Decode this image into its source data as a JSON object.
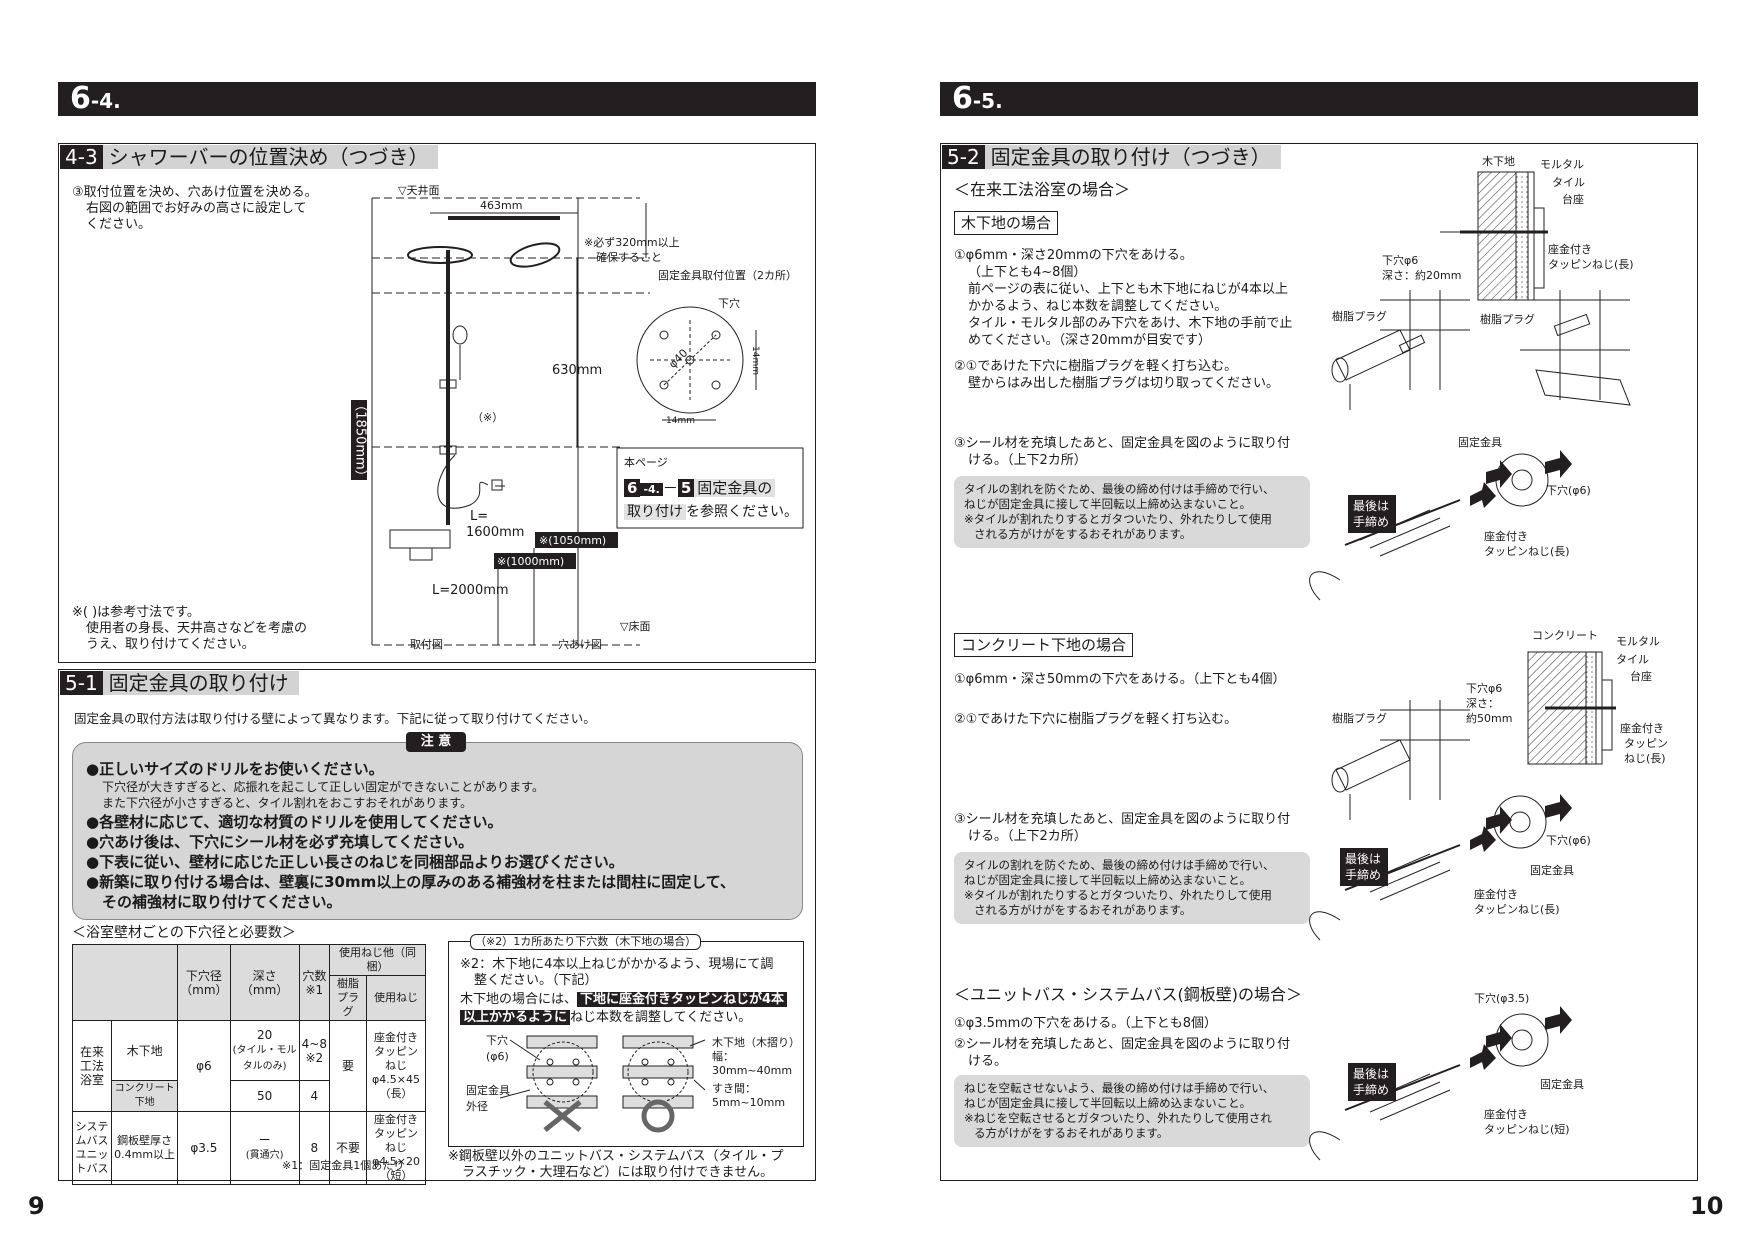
{
  "left": {
    "header": {
      "num": "6",
      "sub": "-4."
    },
    "sec43": {
      "num": "4-3",
      "title": "シャワーバーの位置決め（つづき）",
      "step3_l1": "③取付位置を決め、穴あけ位置を決める。",
      "step3_l2": "右図の範囲でお好みの高さに設定して",
      "step3_l3": "ください。",
      "ref_l1": "※(  )は参考寸法です。",
      "ref_l2": "使用者の身長、天井高さなどを考慮の",
      "ref_l3": "うえ、取り付けてください。",
      "ceiling": "▽天井面",
      "dim463": "463mm",
      "must320_l1": "※必ず320mm以上",
      "must320_l2": "確保すること",
      "fix_pos": "固定金具取付位置（2カ所）",
      "hole": "下穴",
      "phi40": "φ40",
      "dim14": "14mm",
      "dim630": "630mm",
      "dim1850": "（1850mm）",
      "ast": "（※）",
      "hose_l": "L=",
      "hose_len": "1600mm",
      "dim1050": "※(1050mm)",
      "dim1000": "※(1000mm)",
      "hose2000": "L=2000mm",
      "floor": "▽床面",
      "torituke_zu": "取付図",
      "anaake_zu": "穴あけ図",
      "ref_box_l1": "本ページ",
      "ref_box_num": "6",
      "ref_box_sub": "-4.",
      "ref_box_dash": "－",
      "ref_box_5": "5",
      "ref_box_t1": "固定金具の",
      "ref_box_t2": "取り付け",
      "ref_box_t3": "を参照ください。"
    },
    "sec51": {
      "num": "5-1",
      "title": "固定金具の取り付け",
      "intro": "固定金具の取付方法は取り付ける壁によって異なります。下記に従って取り付けてください。",
      "caution": "注 意",
      "c1": "●正しいサイズのドリルをお使いください。",
      "c1a": "下穴径が大きすぎると、応振れを起こして正しい固定ができないことがあります。",
      "c1b": "また下穴径が小さすぎると、タイル割れをおこすおそれがあります。",
      "c2": "●各壁材に応じて、適切な材質のドリルを使用してください。",
      "c3": "●穴あけ後は、下穴にシール材を必ず充填してください。",
      "c4": "●下表に従い、壁材に応じた正しい長さのねじを同梱部品よりお選びください。",
      "c5": "●新築に取り付ける場合は、壁裏に30mm以上の厚みのある補強材を柱または間柱に固定して、",
      "c5b": "その補強材に取り付けてください。",
      "table_title": "＜浴室壁材ごとの下穴径と必要数＞",
      "th_hole": "下穴径",
      "th_mm": "（mm）",
      "th_depth": "深さ",
      "th_depth_mm": "（mm）",
      "th_count": "穴数",
      "th_count_n": "※1",
      "th_use": "使用ねじ他（同梱）",
      "th_plug": "樹脂プラグ",
      "th_screw": "使用ねじ",
      "r1_cat": "在来工法浴室",
      "r1_wall": "木下地",
      "r1_hole": "φ6",
      "r1_depth": "20",
      "r1_depth2": "(タイル・モルタルのみ)",
      "r1_count": "4~8",
      "r1_count2": "※2",
      "r1_plug": "要",
      "r1_screw": "座金付きタッピンねじ φ4.5×45（長）",
      "r2_wall": "コンクリート下地",
      "r2_depth": "50",
      "r2_count": "4",
      "r3_cat": "システムバス ユニットバス",
      "r3_wall": "鋼板壁厚さ 0.4mm以上",
      "r3_hole": "φ3.5",
      "r3_depth": "ー",
      "r3_depth2": "(貫通穴)",
      "r3_count": "8",
      "r3_plug": "不要",
      "r3_screw": "座金付きタッピンねじ φ4.5×20（短）",
      "table_note": "※1：固定金具1個あたり",
      "n2_title": "（※2）1カ所あたり下穴数（木下地の場合）",
      "n2_l1": "※2：木下地に4本以上ねじがかかるよう、現場にて調",
      "n2_l2": "整ください。（下記）",
      "n2_l3": "木下地の場合には、",
      "n2_hl1": "下地に座金付きタッピンねじが4本",
      "n2_hl2": "以上かかるように",
      "n2_l4": "ねじ本数を調整してください。",
      "n2_hole": "下穴",
      "n2_phi6": "(φ6)",
      "n2_outer": "固定金具",
      "n2_outer2": "外径",
      "n2_wood": "木下地（木摺り）",
      "n2_width": "幅：",
      "n2_width_v": "30mm~40mm",
      "n2_gap": "すき間：",
      "n2_gap_v": "5mm~10mm",
      "n2_bottom1": "※鋼板壁以外のユニットバス・システムバス（タイル・プ",
      "n2_bottom2": "ラスチック・大理石など）には取り付けできません。"
    },
    "page": "9"
  },
  "right": {
    "header": {
      "num": "6",
      "sub": "-5."
    },
    "sec52": {
      "num": "5-2",
      "title": "固定金具の取り付け（つづき）",
      "zairai": "＜在来工法浴室の場合＞",
      "wood_head": "木下地の場合",
      "w1": "①φ6mm・深さ20mmの下穴をあける。",
      "w1a": "（上下とも4~8個）",
      "w1b": "前ページの表に従い、上下とも木下地にねじが4本以上",
      "w1c": "かかるよう、ねじ本数を調整してください。",
      "w1d": "タイル・モルタル部のみ下穴をあけ、木下地の手前で止",
      "w1e": "めてください。（深さ20mmが目安です）",
      "w2": "②①であけた下穴に樹脂プラグを軽く打ち込む。",
      "w2a": "壁からはみ出した樹脂プラグは切り取ってください。",
      "w3": "③シール材を充填したあと、固定金具を図のように取り付",
      "w3a": "ける。（上下2カ所）",
      "note_a1": "タイルの割れを防ぐため、最後の締め付けは手締めで行い、",
      "note_a2": "ねじが固定金具に接して半回転以上締め込まないこと。",
      "note_a3": "※タイルが割れたりするとガタついたり、外れたりして使用",
      "note_a4": "される方がけがをするおそれがあります。",
      "lbl_wood": "木下地",
      "lbl_mortar": "モルタル",
      "lbl_tile": "タイル",
      "lbl_base": "台座",
      "lbl_hole6": "下穴φ6",
      "lbl_depth20": "深さ：約20mm",
      "lbl_screw_l": "座金付き",
      "lbl_screw_l2": "タッピンねじ(長)",
      "lbl_plug": "樹脂プラグ",
      "lbl_plug2": "樹脂プラグ",
      "lbl_fix": "固定金具",
      "lbl_hole_phi6": "下穴(φ6)",
      "lbl_last": "最後は手締め",
      "lbl_screw2a": "座金付き",
      "lbl_screw2b": "タッピンねじ(長)",
      "conc_head": "コンクリート下地の場合",
      "c1": "①φ6mm・深さ50mmの下穴をあける。（上下とも4個）",
      "c2": "②①であけた下穴に樹脂プラグを軽く打ち込む。",
      "c3": "③シール材を充填したあと、固定金具を図のように取り付",
      "c3a": "ける。（上下2カ所）",
      "note_b1": "タイルの割れを防ぐため、最後の締め付けは手締めで行い、",
      "note_b2": "ねじが固定金具に接して半回転以上締め込まないこと。",
      "note_b3": "※タイルが割れたりするとガタついたり、外れたりして使用",
      "note_b4": "される方がけがをするおそれがあります。",
      "lbl_conc": "コンクリート",
      "lbl_mortar2": "モルタル",
      "lbl_tile2": "タイル",
      "lbl_base2": "台座",
      "lbl_hole6b": "下穴φ6",
      "lbl_depth_b": "深さ：",
      "lbl_depth_b2": "約50mm",
      "lbl_screw_c1": "座金付き",
      "lbl_screw_c2": "タッピン",
      "lbl_screw_c3": "ねじ(長)",
      "lbl_plug3": "樹脂プラグ",
      "lbl_hole_phi6b": "下穴(φ6)",
      "lbl_fix2": "固定金具",
      "lbl_last2": "最後は手締め",
      "lbl_screw3a": "座金付き",
      "lbl_screw3b": "タッピンねじ(長)",
      "unit_head": "＜ユニットバス・システムバス(鋼板壁)の場合＞",
      "u1": "①φ3.5mmの下穴をあける。（上下とも8個）",
      "u2": "②シール材を充填したあと、固定金具を図のように取り付",
      "u2a": "ける。",
      "note_c1": "ねじを空転させないよう、最後の締め付けは手締めで行い、",
      "note_c2": "ねじが固定金具に接して半回転以上締め込まないこと。",
      "note_c3": "※ねじを空転させるとガタついたり、外れたりして使用され",
      "note_c4": "る方がけがをするおそれがあります。",
      "lbl_hole35": "下穴(φ3.5)",
      "lbl_fix3": "固定金具",
      "lbl_last3": "最後は手締め",
      "lbl_screw4a": "座金付き",
      "lbl_screw4b": "タッピンねじ(短)"
    },
    "page": "10"
  }
}
